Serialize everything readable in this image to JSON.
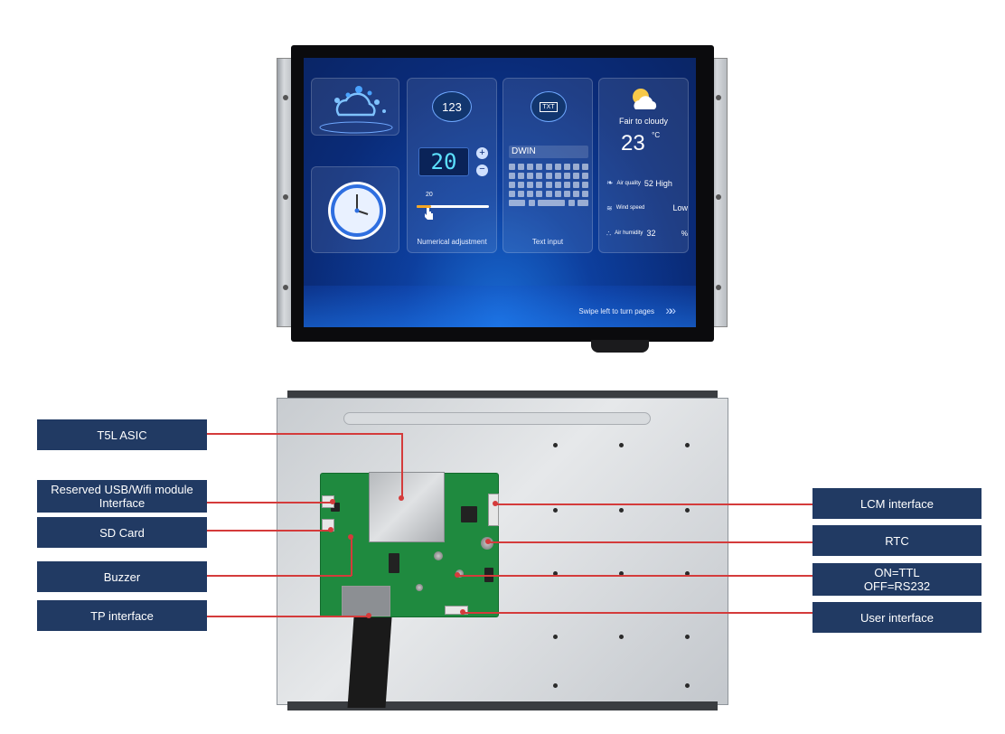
{
  "screen": {
    "numbers_icon_text": "123",
    "numeric_value": "20",
    "slider_value": "20",
    "slider_fraction": 0.2,
    "numerical_adjustment_label": "Numerical adjustment",
    "txt_icon_text": "TXT",
    "text_input_value": "DWIN",
    "text_input_label": "Text input",
    "weather_condition": "Fair to cloudy",
    "temperature": "23",
    "temperature_unit": "°C",
    "air_quality_label": "Air quality",
    "air_quality_value": "52 High",
    "wind_speed_label": "Wind speed",
    "wind_speed_value": "Low",
    "air_humidity_label": "Air humidity",
    "air_humidity_value": "32",
    "air_humidity_unit": "%",
    "swipe_text": "Swipe left to turn pages"
  },
  "callouts": {
    "t5l_asic": "T5L ASIC",
    "reserved_usb": "Reserved USB/Wifi module Interface",
    "sd_card": "SD Card",
    "buzzer": "Buzzer",
    "tp_interface": "TP interface",
    "lcm_interface": "LCM interface",
    "rtc": "RTC",
    "ttl_line1": "ON=TTL",
    "ttl_line2": "OFF=RS232",
    "user_interface": "User interface"
  },
  "colors": {
    "label_bg": "#213a63",
    "callout_line": "#d43b3b",
    "screen_bg": "#0d3f9e"
  }
}
